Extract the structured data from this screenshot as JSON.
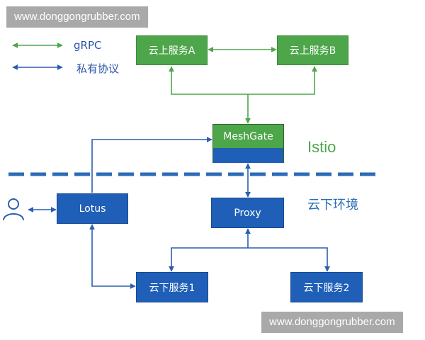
{
  "watermark": {
    "text": "www.donggongrubber.com"
  },
  "legend": {
    "grpc_label": "gRPC",
    "private_label": "私有协议",
    "grpc_color": "#4ea64b",
    "private_color": "#2b5fae"
  },
  "nodes": {
    "cloud_a": "云上服务A",
    "cloud_b": "云上服务B",
    "meshgate": "MeshGate",
    "lotus": "Lotus",
    "proxy": "Proxy",
    "local_1": "云下服务1",
    "local_2": "云下服务2"
  },
  "regions": {
    "istio": "Istio",
    "onprem": "云下环境"
  },
  "icons": {
    "user": "user-icon"
  },
  "colors": {
    "green": "#4ea64b",
    "blue": "#1f5fb8",
    "divider": "#2b6cb8"
  }
}
